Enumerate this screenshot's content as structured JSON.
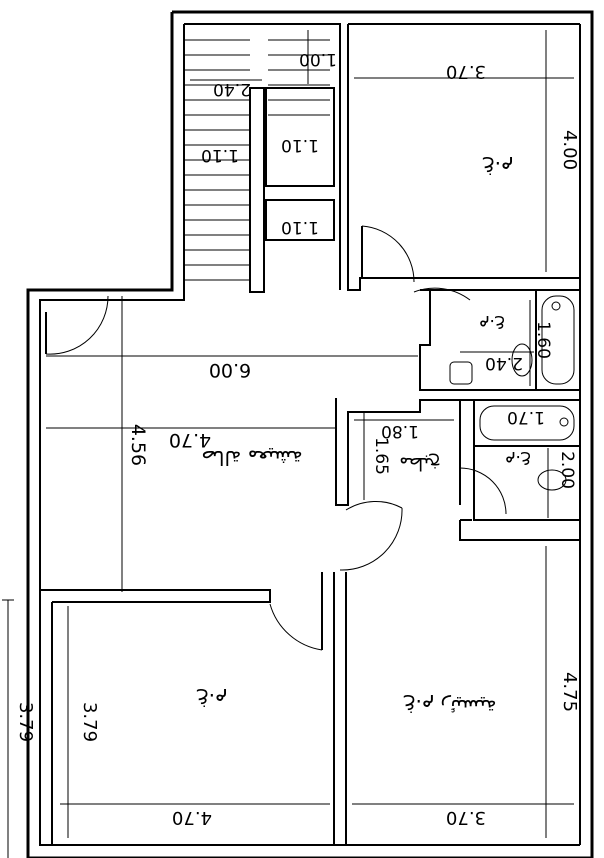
{
  "labels": {
    "stair_top": "1.00",
    "stair_width": "2.40",
    "stair_mid_left": "1.10",
    "stair_mid_right": "1.10",
    "stair_lower": "1.10",
    "room_top_right_width": "3.70",
    "room_top_right_height": "4.00",
    "room_top_right_name": "غ.م",
    "bath_top_a": "1.60",
    "bath_top_b": "2.40",
    "bath_bottom_a": "1.70",
    "bath_bottom_b": "2.00",
    "hall_width": "6.00",
    "hall_height": "4.56",
    "hall_inner": "4.70",
    "hall_name": "صالة معيشة",
    "kitchen_w": "1.80",
    "kitchen_h": "1.65",
    "kitchen_name": "مطبخ",
    "room_bottom_left_width": "4.70",
    "room_bottom_left_height": "3.79",
    "room_bottom_left_name": "غ.م",
    "room_bottom_right_width": "3.70",
    "room_bottom_right_height": "4.75",
    "room_bottom_right_name": "غ.م رئيسية",
    "outside_left": "3.79"
  }
}
